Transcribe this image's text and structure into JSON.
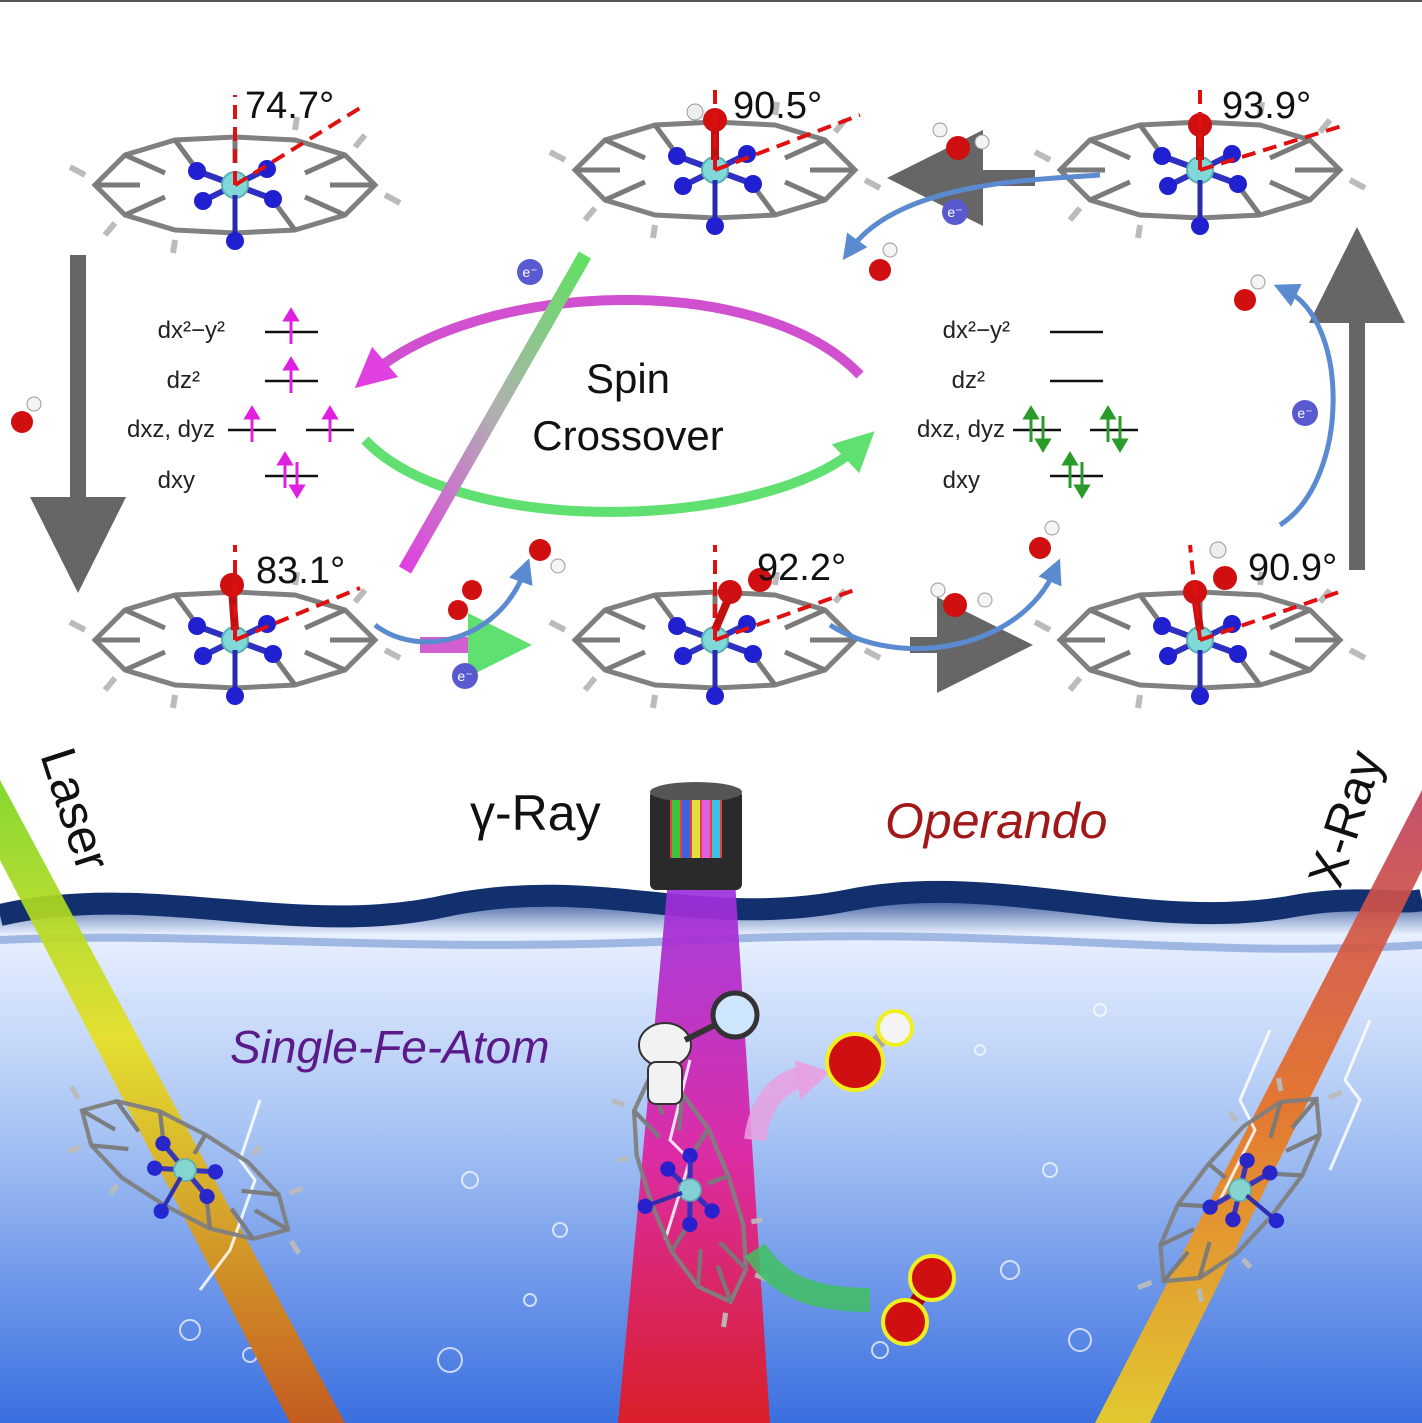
{
  "angles": {
    "top_left": "74.7°",
    "top_middle": "90.5°",
    "top_right": "93.9°",
    "bottom_left": "83.1°",
    "bottom_middle": "92.2°",
    "bottom_right": "90.9°"
  },
  "center_label": {
    "line1": "Spin",
    "line2": "Crossover"
  },
  "electron_symbol": "e⁻",
  "orbitals_left": {
    "dx2y2": "dx²−y²",
    "dz2": "dz²",
    "dxz_dyz": "dxz, dyz",
    "dxy": "dxy"
  },
  "orbitals_right": {
    "dx2y2": "dx²−y²",
    "dz2": "dz²",
    "dxz_dyz": "dxz, dyz",
    "dxy": "dxy"
  },
  "labels": {
    "laser": "Laser",
    "gamma_ray": "γ-Ray",
    "operando": "Operando",
    "x_ray": "X-Ray",
    "single_fe_atom": "Single-Fe-Atom"
  },
  "colors": {
    "left_spin": "#e020e0",
    "right_spin": "#2a9a2a",
    "operando": "#a01818",
    "single_fe": "#5a1a8a",
    "water_top": "#1a3f8a",
    "water_bottom": "#3a6fe0",
    "fe_atom": "#80d8d8",
    "n_atom": "#2020d0",
    "o_atom": "#d01010"
  }
}
